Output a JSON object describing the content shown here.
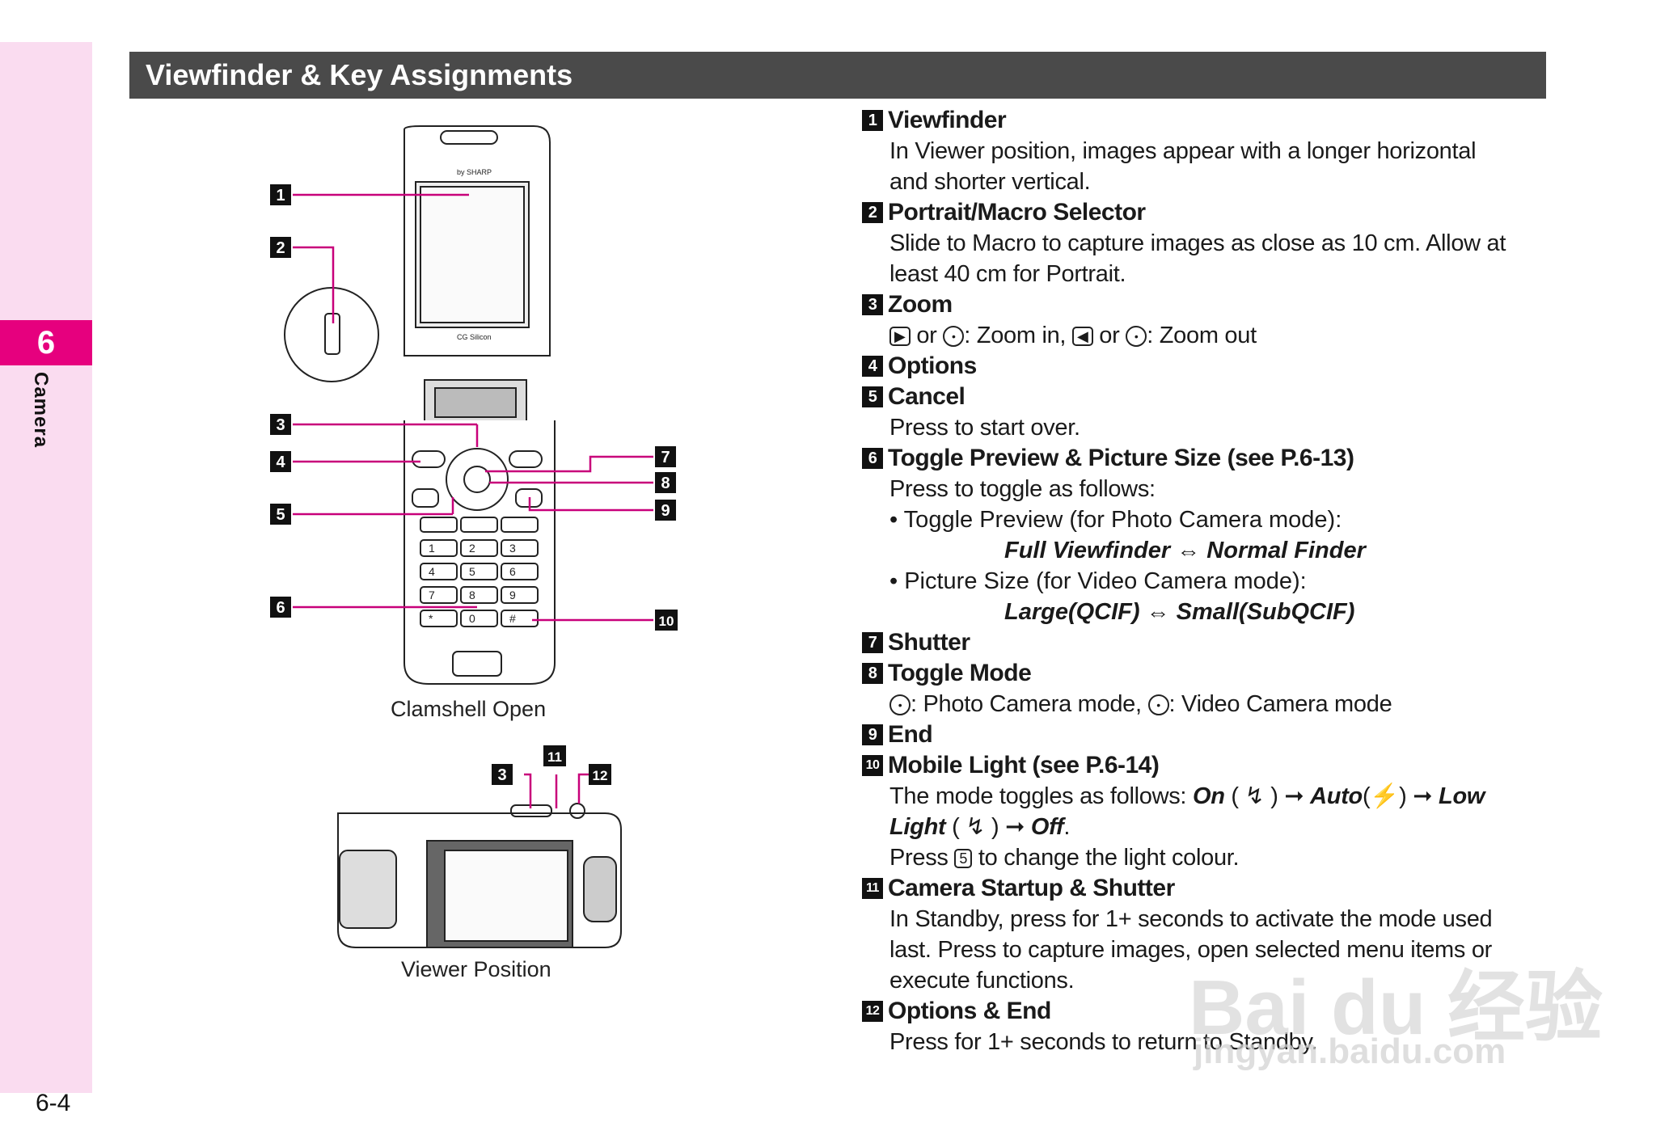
{
  "sidebar": {
    "chapter_number": "6",
    "chapter_label": "Camera",
    "page_number": "6-4"
  },
  "header": {
    "title": "Viewfinder & Key Assignments"
  },
  "captions": {
    "open": "Clamshell Open",
    "viewer": "Viewer Position"
  },
  "callouts": [
    "1",
    "2",
    "3",
    "4",
    "5",
    "6",
    "7",
    "8",
    "9",
    "10",
    "11",
    "12"
  ],
  "phone_text": {
    "brand": "by SHARP",
    "display": "CG Silicon",
    "keypad": [
      "1",
      "2",
      "3",
      "4",
      "5",
      "6",
      "7",
      "8",
      "9",
      "*",
      "0",
      "#"
    ]
  },
  "items": [
    {
      "n": "1",
      "title": "Viewfinder",
      "lines": [
        "In Viewer position, images appear with a longer horizontal",
        "and shorter vertical."
      ]
    },
    {
      "n": "2",
      "title": "Portrait/Macro Selector",
      "lines": [
        "Slide to Macro to capture images as close as 10 cm. Allow at",
        "least 40 cm for Portrait."
      ]
    },
    {
      "n": "3",
      "title": "Zoom",
      "zoom": {
        "or1": "or",
        "in": ": Zoom in,",
        "or2": "or",
        "out": ": Zoom out"
      }
    },
    {
      "n": "4",
      "title": "Options"
    },
    {
      "n": "5",
      "title": "Cancel",
      "lines": [
        "Press to start over."
      ]
    },
    {
      "n": "6",
      "title": "Toggle Preview & Picture Size (see P.6-13)",
      "lines": [
        "Press to toggle as follows:"
      ],
      "bullet1": "• Toggle Preview (for Photo Camera mode):",
      "alt1": "Full Viewfinder ⇔ Normal Finder",
      "bullet2": "• Picture Size (for Video Camera mode):",
      "alt2": "Large(QCIF) ⇔ Small(SubQCIF)"
    },
    {
      "n": "7",
      "title": "Shutter"
    },
    {
      "n": "8",
      "title": "Toggle Mode",
      "mode": {
        "photo": ": Photo Camera mode,",
        "video": ": Video Camera mode"
      }
    },
    {
      "n": "9",
      "title": "End"
    },
    {
      "n": "10",
      "title": "Mobile Light (see P.6-14)",
      "light": {
        "prefix": "The mode toggles as follows: ",
        "on": "On",
        "auto": "Auto",
        "low": "Low",
        "light": "Light",
        "off": "Off",
        "press": "Press",
        "key": "5",
        "suffix": "to change the light colour."
      }
    },
    {
      "n": "11",
      "title": "Camera Startup & Shutter",
      "lines": [
        "In Standby, press for 1+ seconds to activate the mode used",
        "last. Press to capture images, open selected menu items or",
        "execute functions."
      ]
    },
    {
      "n": "12",
      "title": "Options & End",
      "lines": [
        "Press for 1+ seconds to return to Standby."
      ]
    }
  ],
  "watermark": {
    "logo": "Bai du 经验",
    "url": "jingyan.baidu.com"
  },
  "colors": {
    "accent": "#e6007e",
    "sidebar": "#fadcf0",
    "header": "#4a4a4a",
    "leader": "#c8007a"
  }
}
